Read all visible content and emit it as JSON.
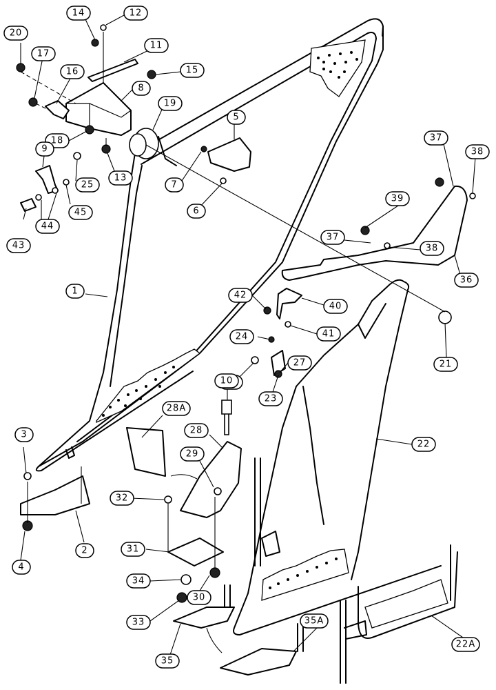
{
  "labels": {
    "l1": "1",
    "l2": "2",
    "l3": "3",
    "l4": "4",
    "l5": "5",
    "l6": "6",
    "l7": "7",
    "l8": "8",
    "l9": "9",
    "l10": "10",
    "l11": "11",
    "l12": "12",
    "l13": "13",
    "l14": "14",
    "l15": "15",
    "l16": "16",
    "l17": "17",
    "l18": "18",
    "l19": "19",
    "l20": "20",
    "l21": "21",
    "l22": "22",
    "l22a": "22A",
    "l23": "23",
    "l24": "24",
    "l25": "25",
    "l26": "26",
    "l27": "27",
    "l28": "28",
    "l28a": "28A",
    "l29": "29",
    "l30": "30",
    "l31": "31",
    "l32": "32",
    "l33": "33",
    "l34": "34",
    "l35": "35",
    "l35a": "35A",
    "l36": "36",
    "l37a": "37",
    "l37b": "37",
    "l38a": "38",
    "l38b": "38",
    "l39": "39",
    "l40": "40",
    "l41": "41",
    "l42": "42",
    "l43": "43",
    "l44": "44",
    "l45": "45"
  }
}
